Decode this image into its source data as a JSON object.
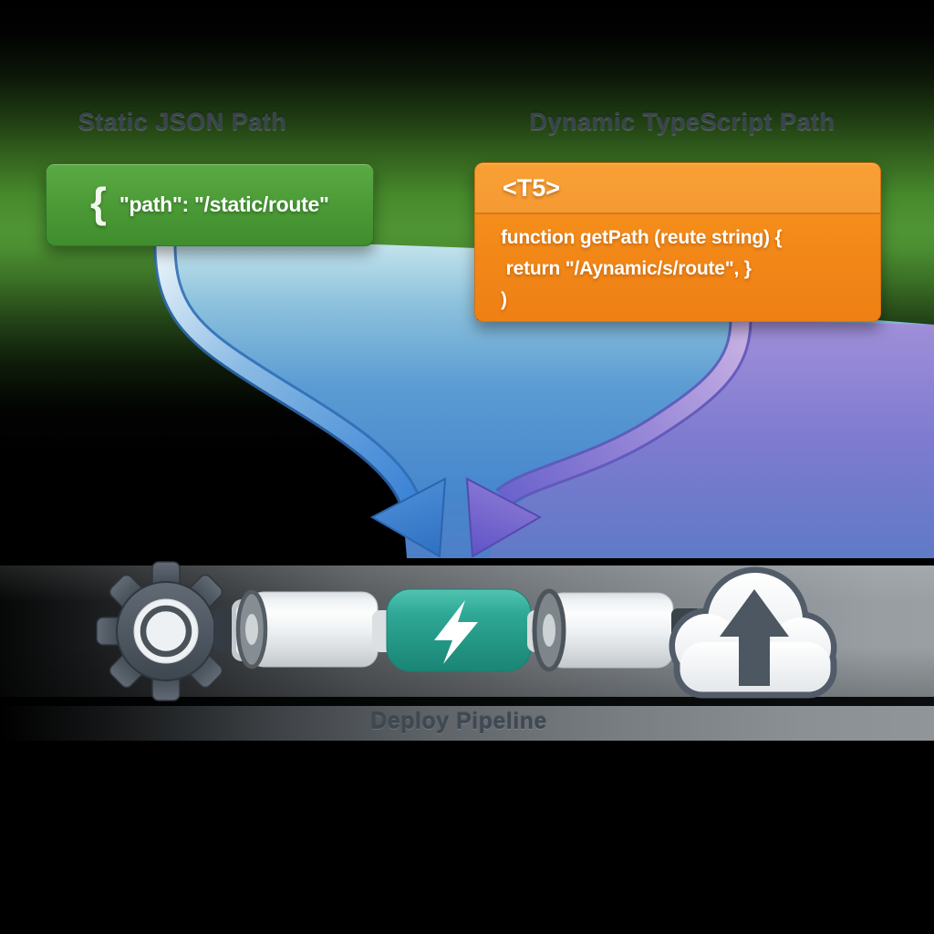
{
  "left_path": {
    "title": "Static JSON Path",
    "code_brace": "{",
    "code": "\"path\": \"/static/route\""
  },
  "right_path": {
    "title": "Dynamic TypeScript Path",
    "header": "<T5>",
    "code_lines": [
      "function getPath (reute string) {",
      " return \"/Aynamic/s/route\", }",
      ")"
    ]
  },
  "pipeline": {
    "label": "Deploy Pipeline",
    "stages": [
      {
        "icon": "gear-icon"
      },
      {
        "icon": "pipe-segment"
      },
      {
        "icon": "lightning-icon"
      },
      {
        "icon": "pipe-segment"
      },
      {
        "icon": "cloud-upload-icon"
      }
    ]
  },
  "colors": {
    "green_box": "#4a9a35",
    "orange_box": "#f28718",
    "arrow_blue": "#3c84d6",
    "arrow_purple": "#6a62cc",
    "funnel_blue": "#5b9cd3",
    "funnel_purple": "#7e7bd0",
    "teal_segment": "#2aa593",
    "title_text": "#3a434e",
    "label_text": "#3e4953"
  }
}
